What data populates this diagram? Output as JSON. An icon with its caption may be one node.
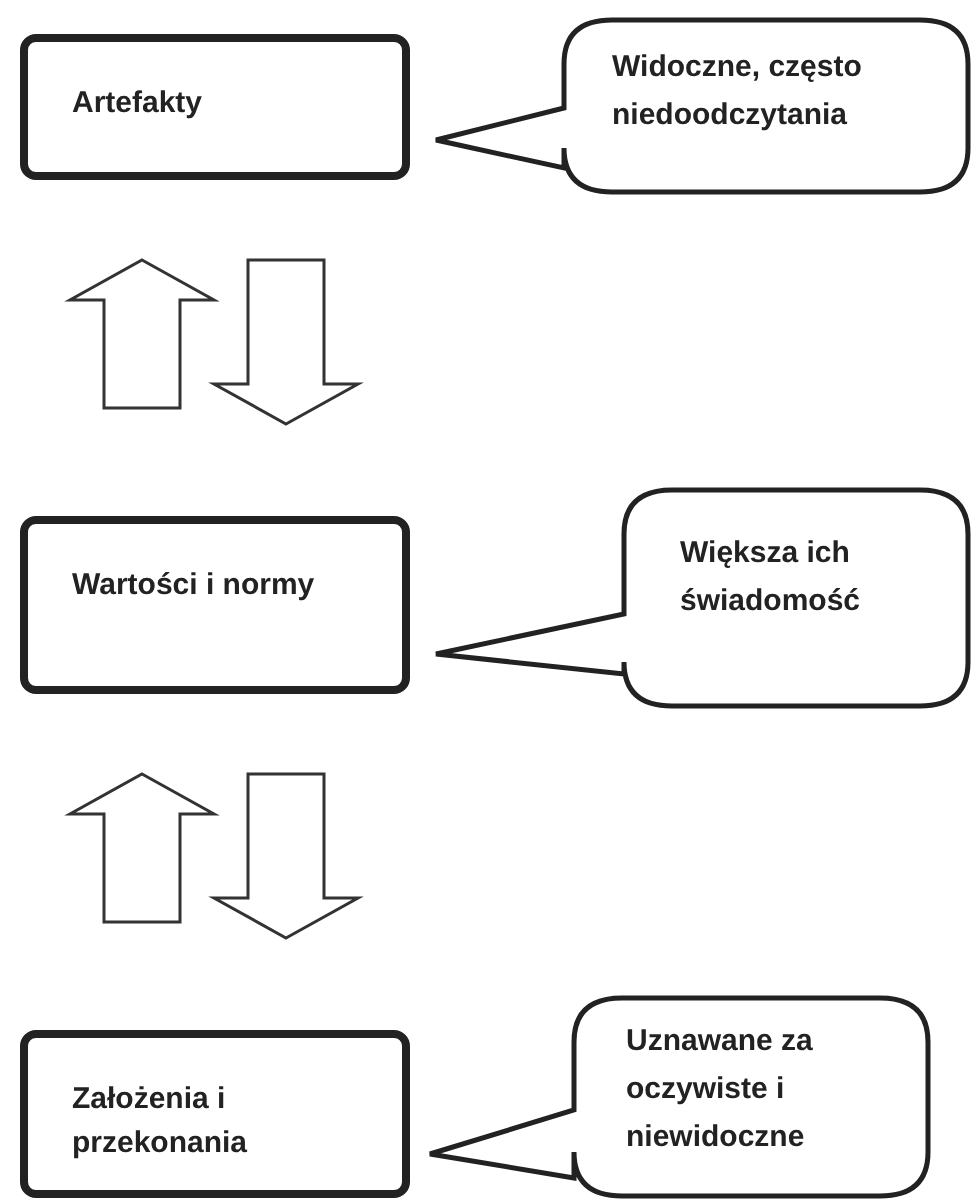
{
  "diagram": {
    "nodes": [
      {
        "text": [
          "Artefakty"
        ]
      },
      {
        "text": [
          "Wartości i normy"
        ]
      },
      {
        "text": [
          "Założenia i przekonania"
        ]
      },
      {
        "text": [
          "Widoczne, często niedoodczytania"
        ]
      },
      {
        "text": [
          "Większa ich świadomość"
        ]
      },
      {
        "text": [
          "Uznawane za oczywiste i niewidoczne"
        ]
      }
    ],
    "edges": [
      {
        "from": 1,
        "to": 0,
        "arrow": "to"
      },
      {
        "from": 0,
        "to": 1,
        "arrow": "to"
      },
      {
        "from": 2,
        "to": 1,
        "arrow": "to"
      },
      {
        "from": 1,
        "to": 2,
        "arrow": "to"
      }
    ]
  }
}
